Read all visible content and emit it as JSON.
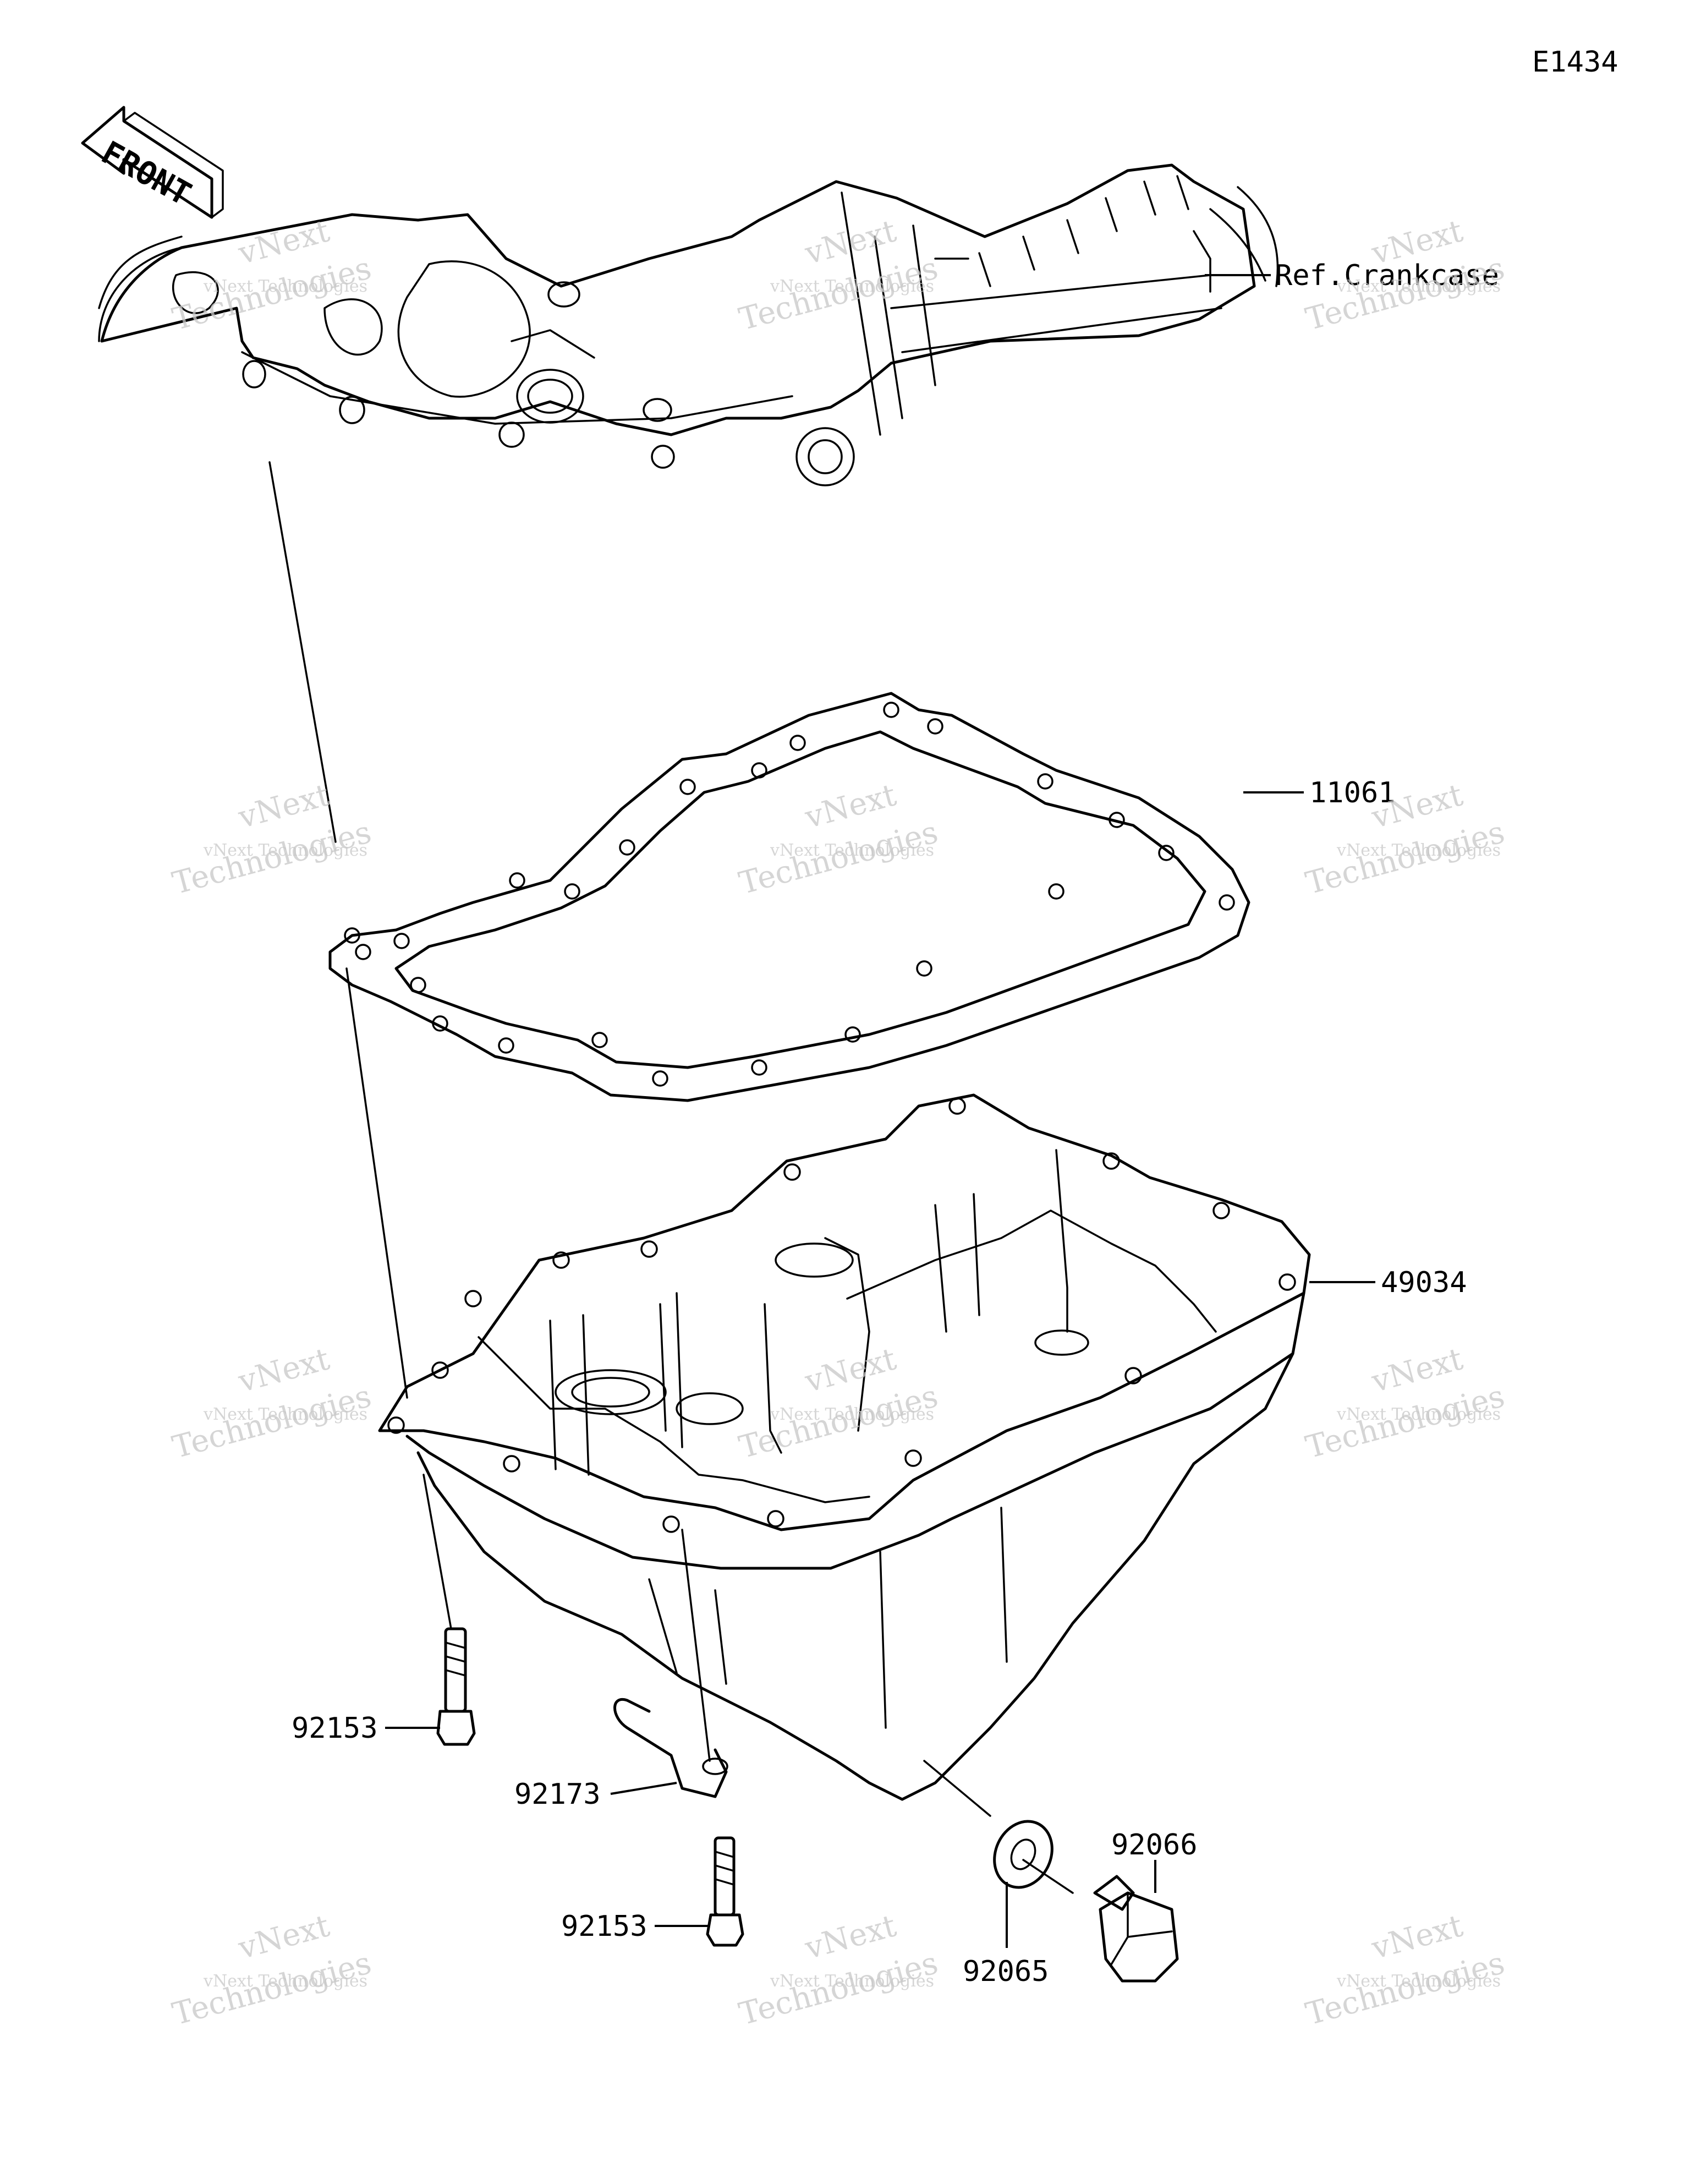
{
  "diagram_code": "E1434",
  "front_label": "FRONT",
  "parts": {
    "crankcase": "Ref.Crankcase",
    "gasket": "11061",
    "oil_pan": "49034",
    "bolt_upper": "92153",
    "clamp": "92173",
    "bolt_lower": "92153",
    "washer": "92065",
    "drain_plug": "92066"
  },
  "watermark": {
    "line1": "vNext",
    "line2": "vNext Technologies",
    "line3": "Technologies"
  }
}
